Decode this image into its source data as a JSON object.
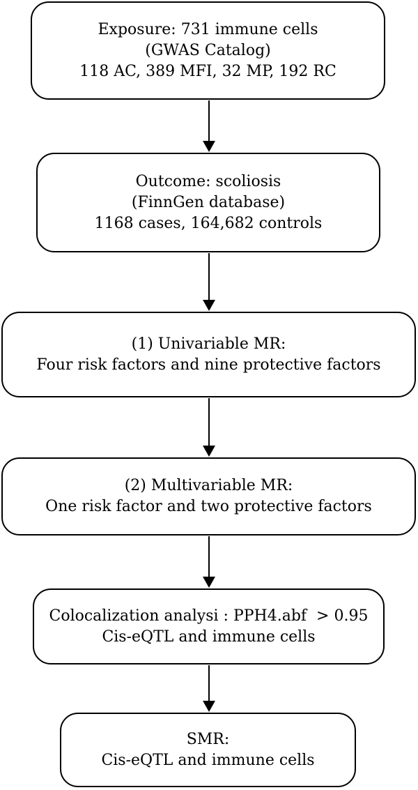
{
  "steps": [
    {
      "lines": [
        "Exposure: 731 immune cells",
        "(GWAS Catalog)",
        "118 AC, 389 MFI, 32 MP, 192 RC"
      ]
    },
    {
      "lines": [
        "Outcome: scoliosis",
        "(FinnGen database)",
        "1168 cases, 164,682 controls"
      ]
    },
    {
      "lines": [
        "(1) Univariable MR:",
        "Four risk factors and nine protective factors"
      ]
    },
    {
      "lines": [
        "(2) Multivariable MR:",
        "One risk factor and two protective factors"
      ]
    },
    {
      "lines": [
        "Colocalization analysi : PPH4.abf  > 0.95",
        "Cis-eQTL and immune cells"
      ]
    },
    {
      "lines": [
        "SMR:",
        "Cis-eQTL and immune cells"
      ]
    }
  ]
}
